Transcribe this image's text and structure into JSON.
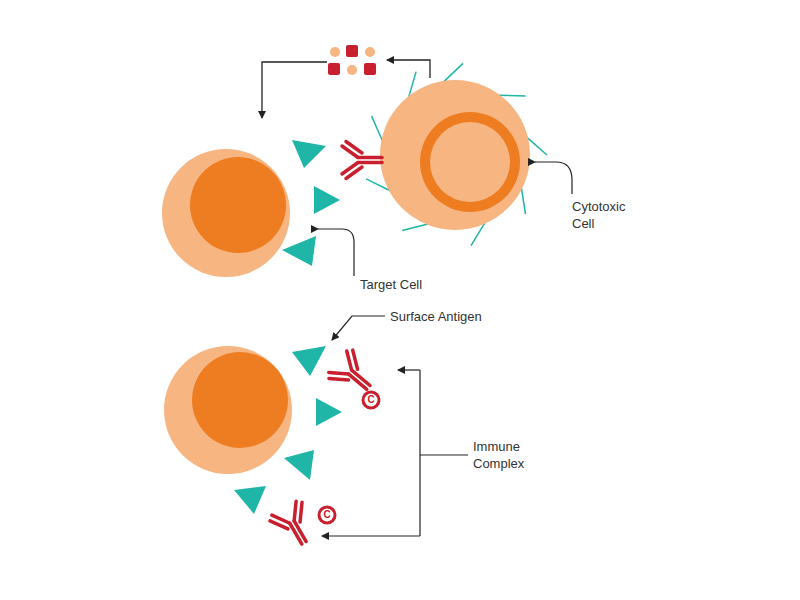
{
  "diagram": {
    "nodes": [
      {
        "text": [
          "C"
        ]
      },
      {
        "text": [
          "C"
        ]
      }
    ],
    "labels": [
      "Cytotoxic Cell",
      "Target Cell",
      "Surface Antigen",
      "Immune Complex"
    ]
  }
}
